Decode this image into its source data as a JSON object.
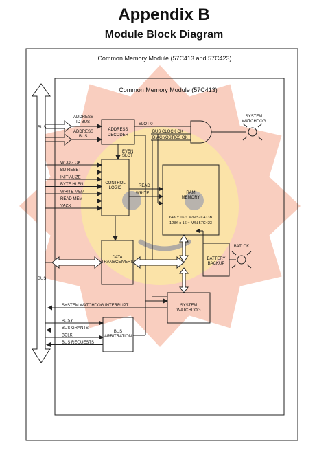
{
  "header": {
    "title": "Appendix B",
    "subtitle": "Module Block Diagram"
  },
  "diagram": {
    "outer_module": "Common Memory Module (57C413 and 57C423)",
    "inner_module": "Common Memory Module (57C413)",
    "bus_labels": {
      "bus_top": "BUS",
      "bus_left": "BUS"
    },
    "address_decoder": {
      "line1": "ADDRESS",
      "line2": "DECODER",
      "in1a": "ADDRESS",
      "in1b": "ID BUS",
      "in2a": "ADDRESS",
      "in2b": "BUS",
      "slot0": "SLOT 0",
      "even1": "EVEN",
      "even2": "SLOT"
    },
    "control_logic": {
      "line1": "CONTROL",
      "line2": "LOGIC",
      "inputs": [
        "WDOG OK",
        "BD RESET",
        "INITIALIZE",
        "BYTE HI EN",
        "WRITE MEM",
        "READ MEM",
        "YACK"
      ],
      "read": "READ",
      "write": "WRITE"
    },
    "gate": {
      "bus_clock_ok": "BUS CLOCK OK",
      "diagnostics_ok": "DIAGNOSTICS OK"
    },
    "system_watchdog_lamp": {
      "line1": "SYSTEM",
      "line2": "WATCHDOG"
    },
    "ram": {
      "line1": "RAM",
      "line2": "MEMORY",
      "line3": "64K x 16 ~ M/N 57C413B",
      "line4": "128K x 16 ~ M/N 57C423"
    },
    "battery": {
      "line1": "BATTERY",
      "line2": "BACKUP",
      "lamp": "BAT. OK"
    },
    "data_transceivers": {
      "line1": "DATA",
      "line2": "TRANSCEIVERS"
    },
    "watchdog": {
      "line1": "SYSTEM",
      "line2": "WATCHDOG",
      "interrupt": "SYSTEM WATCHDOG INTERRUPT"
    },
    "bus_arbitration": {
      "line1": "BUS",
      "line2": "ARBITRATION",
      "signals": [
        "BUSY",
        "BUS GRANTS",
        "BCLK",
        "BUS REQUESTS"
      ]
    }
  }
}
